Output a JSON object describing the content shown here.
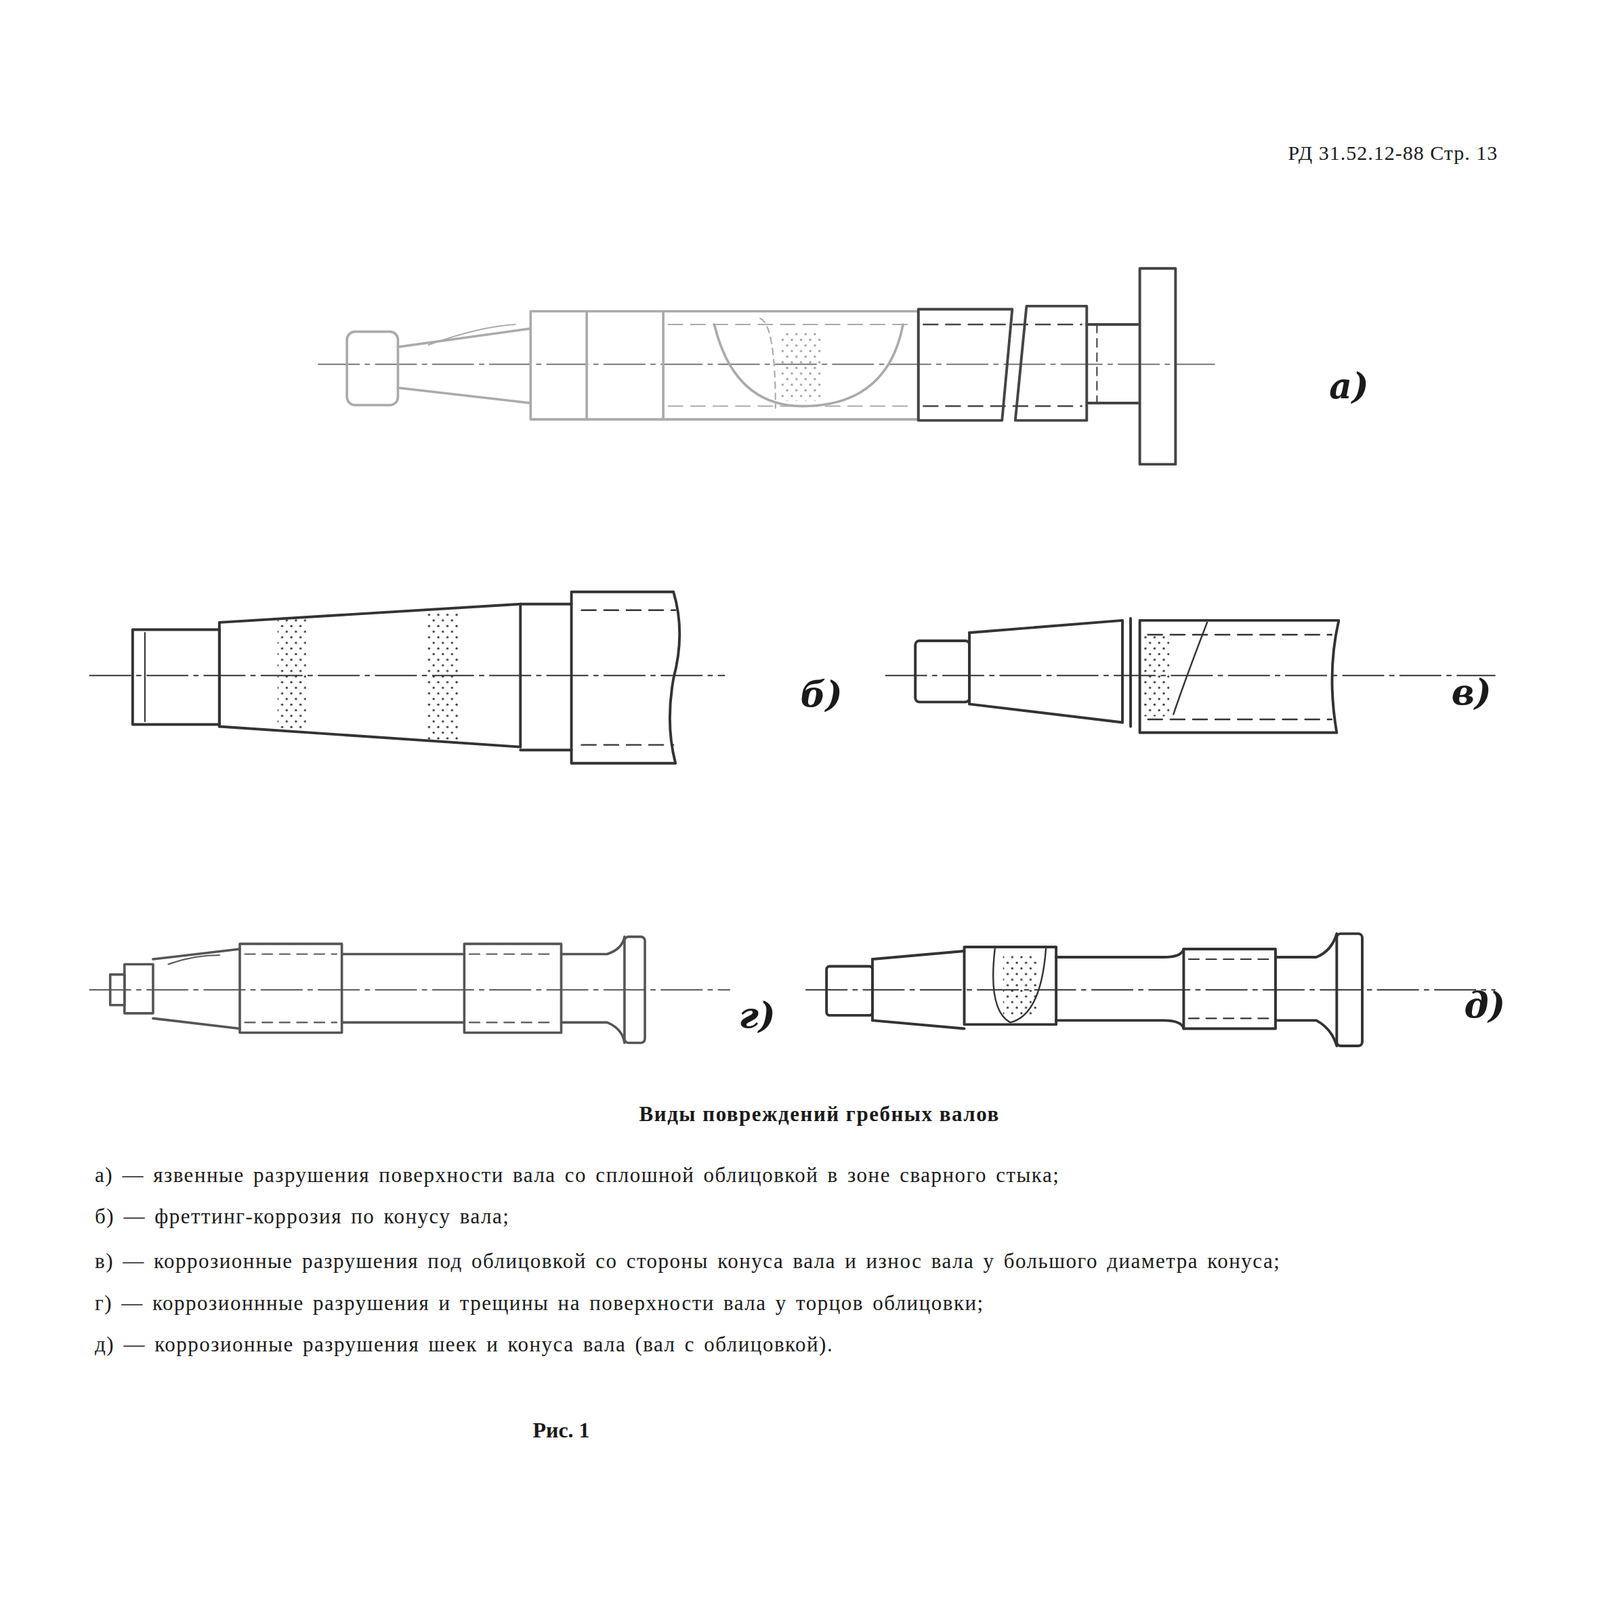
{
  "diagram": {
    "title": "Виды повреждений гребных валов",
    "caption": "Рис. 1",
    "labels": [
      "РД 31.52.12-88 Стр. 13",
      "а)",
      "б)",
      "в)",
      "г)",
      "д)",
      "а) — язвенные разрушения поверхности вала со сплошной облицовкой в зоне сварного стыка;",
      "б) — фреттинг-коррозия по конусу вала;",
      "в) — коррозионные разрушения под облицовкой со стороны конуса вала и износ вала у большого диаметра конуса;",
      "г) — коррозионнные разрушения и трещины на поверхности вала у торцов облицовки;",
      "д) — коррозионные разрушения шеек и конуса вала (вал с облицовкой)."
    ]
  }
}
